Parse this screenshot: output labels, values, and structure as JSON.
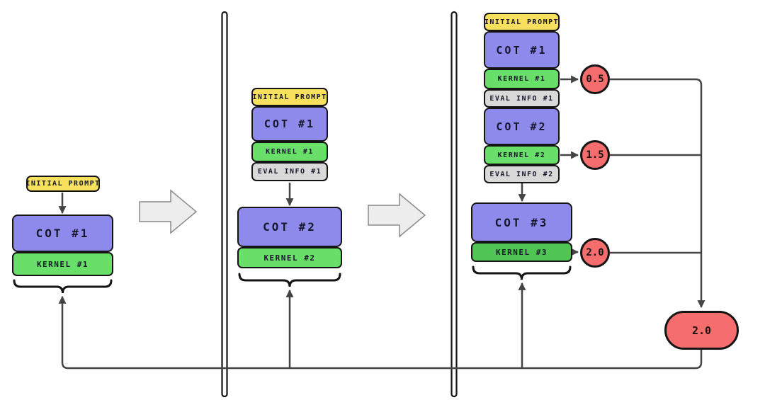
{
  "diagram": "iterative-kernel-refinement-flow",
  "colors": {
    "prompt_yellow": "#F6E05E",
    "cot_purple": "#8E8AEC",
    "kernel_green": "#68DF68",
    "kernel_green_dark": "#50C454",
    "eval_gray": "#D9D9D9",
    "score_red": "#F56D6D",
    "line": "#444444",
    "border": "#141414",
    "block_arrow_fill": "#EDEDED"
  },
  "stages": [
    {
      "name": "stage-1",
      "blocks": [
        {
          "label": "INITIAL PROMPT"
        },
        {
          "label": "COT #1"
        },
        {
          "label": "KERNEL #1"
        }
      ]
    },
    {
      "name": "stage-2",
      "blocks": [
        {
          "label": "INITIAL PROMPT"
        },
        {
          "label": "COT #1"
        },
        {
          "label": "KERNEL #1"
        },
        {
          "label": "EVAL INFO #1"
        },
        {
          "label": "COT #2"
        },
        {
          "label": "KERNEL #2"
        }
      ]
    },
    {
      "name": "stage-3",
      "blocks": [
        {
          "label": "INITIAL PROMPT"
        },
        {
          "label": "COT #1"
        },
        {
          "label": "KERNEL #1"
        },
        {
          "label": "EVAL INFO #1"
        },
        {
          "label": "COT #2"
        },
        {
          "label": "KERNEL #2"
        },
        {
          "label": "EVAL INFO #2"
        },
        {
          "label": "COT #3"
        },
        {
          "label": "KERNEL #3"
        }
      ]
    }
  ],
  "scores": [
    {
      "label": "0.5"
    },
    {
      "label": "1.5"
    },
    {
      "label": "2.0"
    }
  ],
  "final_score": {
    "label": "2.0"
  }
}
